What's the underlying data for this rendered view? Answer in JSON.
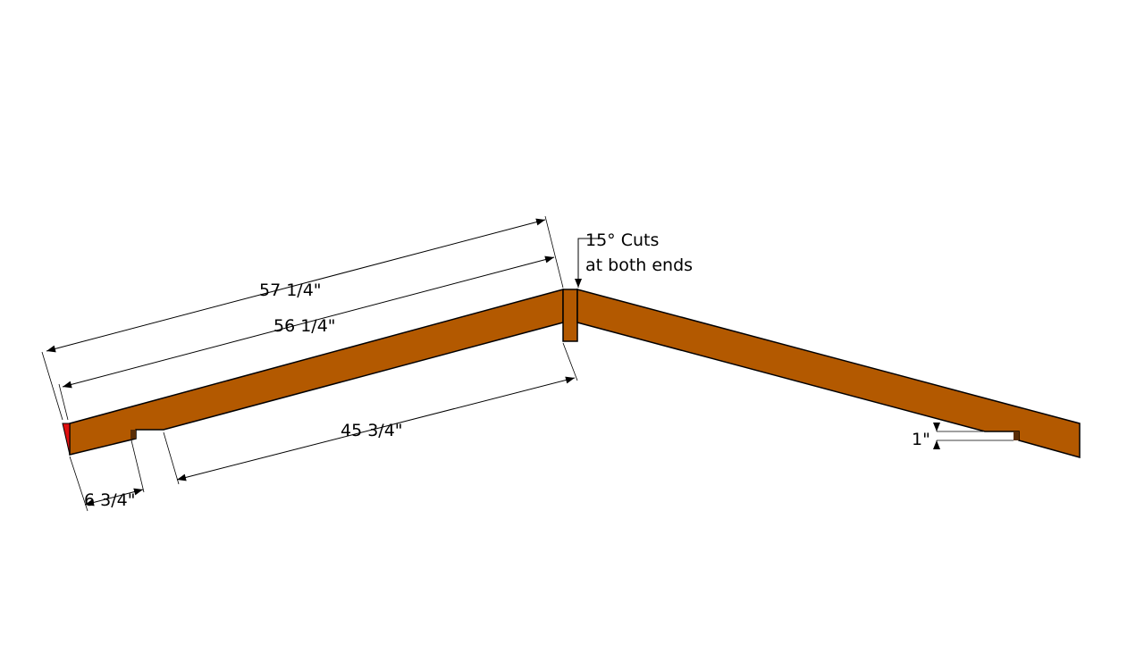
{
  "colors": {
    "wood": "#b35900",
    "wood_shadow": "#5a2e08",
    "cut_face": "#e01010",
    "outline": "#000000"
  },
  "dimensions": {
    "overall_top": "57 1/4\"",
    "overall_inner": "56 1/4\"",
    "notch_to_apex": "45 3/4\"",
    "tail_to_notch": "6 3/4\"",
    "notch_depth": "1\""
  },
  "annotation": {
    "line1": "15° Cuts",
    "line2": "at both ends"
  }
}
